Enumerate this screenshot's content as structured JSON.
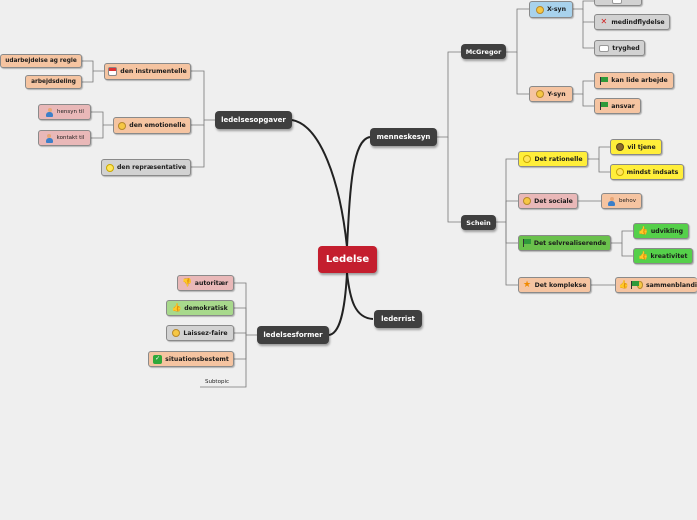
{
  "root": {
    "label": "Ledelse"
  },
  "branches": {
    "menneskesyn": "menneskesyn",
    "ledelsesopgaver": "ledelsesopgaver",
    "ledelsesformer": "ledelsesformer",
    "lederrist": "lederrist"
  },
  "mcgregor": {
    "label": "McGregor",
    "xsyn": {
      "label": "X-syn",
      "children": [
        "",
        "medindflydelse",
        "tryghed"
      ]
    },
    "ysyn": {
      "label": "Y-syn",
      "children": [
        "kan lide arbejde",
        "ansvar"
      ]
    }
  },
  "schein": {
    "label": "Schein",
    "rationelle": {
      "label": "Det rationelle",
      "children": [
        "vil tjene",
        "mindst indsats"
      ]
    },
    "sociale": {
      "label": "Det sociale",
      "children": [
        "behov"
      ]
    },
    "selvrealiserende": {
      "label": "Det selvrealiserende",
      "children": [
        "udvikling",
        "kreativitet"
      ]
    },
    "komplekse": {
      "label": "Det komplekse",
      "children": [
        "sammenblandi"
      ]
    }
  },
  "opgaver": {
    "instrumentelle": {
      "label": "den instrumentelle",
      "children": [
        "udarbejdelse ag regle",
        "arbejdsdeling"
      ]
    },
    "emotionelle": {
      "label": "den emotionelle",
      "children": [
        "hensyn til",
        "kontakt til"
      ]
    },
    "repraesentative": {
      "label": "den repræsentative"
    }
  },
  "former": {
    "items": [
      "autoritær",
      "demokratisk",
      "Laissez-faire",
      "situationsbestemt"
    ],
    "subtopic": "Subtopic"
  },
  "colors": {
    "root": "#c41e2e",
    "main": "#3f3f3f",
    "blue": "#a8d2ec",
    "salmon": "#f5c4a1",
    "grey": "#d2d2d2",
    "yellow": "#ffee3a",
    "green": "#6ac14c",
    "brightgreen": "#55d04a",
    "pink": "#e9b8b8",
    "lightgreen": "#a8d98c"
  }
}
